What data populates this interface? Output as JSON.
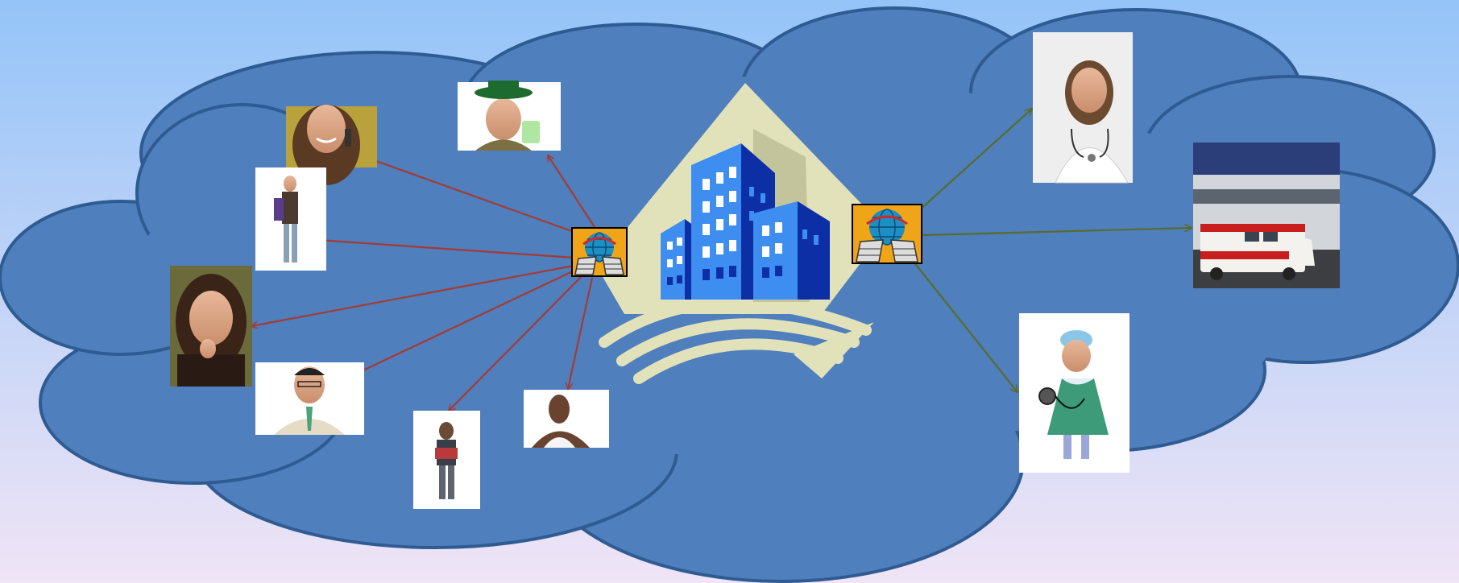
{
  "colors": {
    "background_top": "#94c4f8",
    "background_bottom": "#f0e4f6",
    "cloud_fill": "#4f7fbc",
    "cloud_stroke": "#2f5b93",
    "left_arrows": "#a33b35",
    "right_arrows": "#5a6b2e",
    "building_backdrop": "#e2e2ba",
    "building_blue": "#1f5fd6",
    "building_dark": "#0d2fa6",
    "window": "#ffffff"
  },
  "diagram": {
    "hub_icon": "building-icon",
    "gateway_icon": "network-gateway-icon",
    "left_people": [
      "woman-on-phone-photo",
      "man-green-hat-photo",
      "student-girl-photo",
      "thinking-woman-photo",
      "businessman-photo",
      "boy-reading-photo",
      "athlete-man-photo"
    ],
    "right_services": [
      "nurse-photo",
      "ambulance-photo",
      "doctor-stethoscope-photo"
    ]
  }
}
